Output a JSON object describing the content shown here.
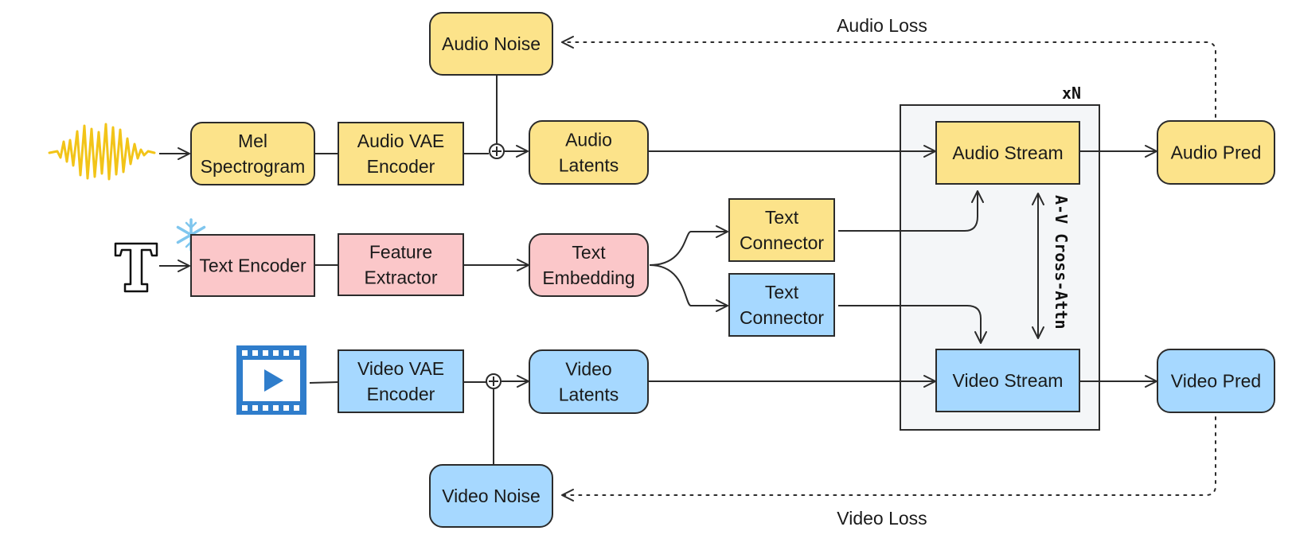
{
  "colors": {
    "yellow": "#FCE38A",
    "pink": "#FBC7C9",
    "blue": "#A6D8FF",
    "stroke": "#2b2b2b",
    "panel": "#F4F6F8",
    "waveform": "#F2C418",
    "video_icon": "#2F7DCB",
    "snowflake": "#7FC6EE"
  },
  "nodes": {
    "audio_noise": [
      "Audio Noise"
    ],
    "mel_spectrogram": [
      "Mel",
      "Spectrogram"
    ],
    "audio_vae_encoder": [
      "Audio VAE",
      "Encoder"
    ],
    "audio_latents": [
      "Audio",
      "Latents"
    ],
    "audio_stream": [
      "Audio Stream"
    ],
    "audio_pred": [
      "Audio Pred"
    ],
    "text_encoder": [
      "Text Encoder"
    ],
    "feature_extractor": [
      "Feature",
      "Extractor"
    ],
    "text_embedding": [
      "Text",
      "Embedding"
    ],
    "text_connector_audio": [
      "Text",
      "Connector"
    ],
    "text_connector_video": [
      "Text",
      "Connector"
    ],
    "video_vae_encoder": [
      "Video VAE",
      "Encoder"
    ],
    "video_latents": [
      "Video",
      "Latents"
    ],
    "video_stream": [
      "Video Stream"
    ],
    "video_pred": [
      "Video Pred"
    ],
    "video_noise": [
      "Video Noise"
    ]
  },
  "labels": {
    "audio_loss": "Audio Loss",
    "video_loss": "Video Loss",
    "repeat": "xN",
    "cross_attn": "A-V Cross-Attn"
  },
  "icons": {
    "waveform": "audio-waveform-icon",
    "text": "text-T-icon",
    "frozen": "snowflake-icon",
    "video": "video-film-play-icon"
  }
}
